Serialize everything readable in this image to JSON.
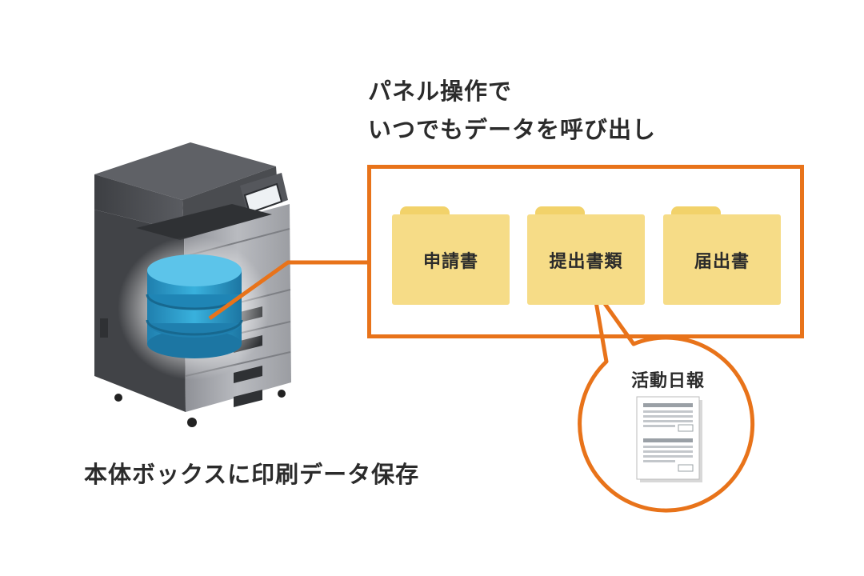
{
  "heading": {
    "line1": "パネル操作で",
    "line2": "いつでもデータを呼び出し"
  },
  "caption": "本体ボックスに印刷データ保存",
  "folders": [
    {
      "label": "申請書"
    },
    {
      "label": "提出書類"
    },
    {
      "label": "届出書"
    }
  ],
  "bubble": {
    "label": "活動日報"
  },
  "colors": {
    "accent": "#e8731a",
    "folder": "#f6dc87",
    "folder_tab": "#f2d26a",
    "database": "#2fa3d1",
    "printer": "#4a4c50"
  }
}
